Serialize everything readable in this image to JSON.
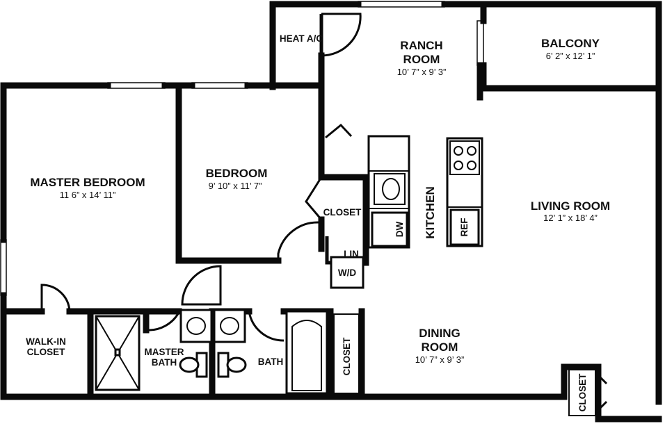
{
  "rooms": {
    "heat_ac": "HEAT A/C",
    "ranch_room": {
      "line1": "RANCH",
      "line2": "ROOM",
      "dims": "10’ 7” x 9’ 3”"
    },
    "balcony": {
      "name": "BALCONY",
      "dims": "6’ 2” x 12’ 1”"
    },
    "master_bedroom": {
      "name": "MASTER BEDROOM",
      "dims": "11 6” x 14’ 11”"
    },
    "bedroom": {
      "name": "BEDROOM",
      "dims": "9’ 10” x 11’ 7”"
    },
    "living_room": {
      "name": "LIVING ROOM",
      "dims": "12’ 1” x 18’ 4”"
    },
    "dining_room": {
      "line1": "DINING",
      "line2": "ROOM",
      "dims": "10’ 7” x 9’ 3”"
    },
    "kitchen": "KITCHEN",
    "closet_hall": "CLOSET",
    "closet_bath": "CLOSET",
    "closet_entry": "CLOSET",
    "walk_in_closet": {
      "line1": "WALK-IN",
      "line2": "CLOSET"
    },
    "master_bath": {
      "line1": "MASTER",
      "line2": "BATH"
    },
    "bath": "BATH",
    "linen": "LIN"
  },
  "fixtures": {
    "dishwasher": "DW",
    "refrigerator": "REF",
    "washer_dryer": "W/D"
  }
}
